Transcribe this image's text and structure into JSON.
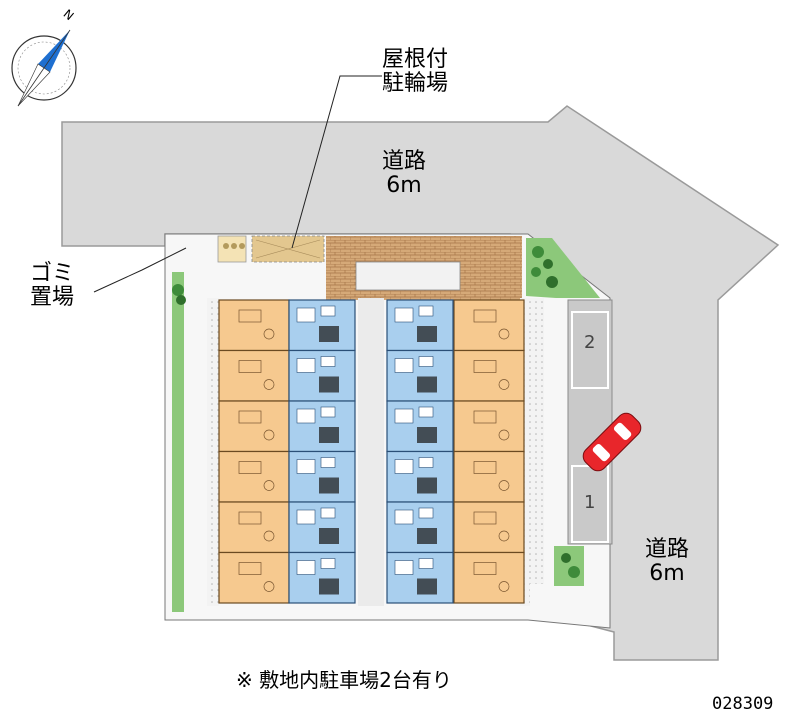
{
  "colors": {
    "road": "#d8d8d8",
    "road_edge": "#9a9a9a",
    "unit_orange": "#f6c98f",
    "unit_blue": "#a9cfee",
    "grass": "#8cc87a",
    "brick": "#cc9e6e",
    "car": "#e8262b",
    "corridor": "#ebebeb"
  },
  "compass": {
    "label": "N",
    "icon": "compass-icon"
  },
  "labels": {
    "roof_bike_line1": "屋根付",
    "roof_bike_line2": "駐輪場",
    "road_top_line1": "道路",
    "road_top_line2": "6m",
    "trash_line1": "ゴミ",
    "trash_line2": "置場",
    "road_right_line1": "道路",
    "road_right_line2": "6m"
  },
  "parking": {
    "spaces": [
      "2",
      "1"
    ]
  },
  "footer": {
    "note": "※ 敷地内駐車場2台有り",
    "code": "028309"
  }
}
